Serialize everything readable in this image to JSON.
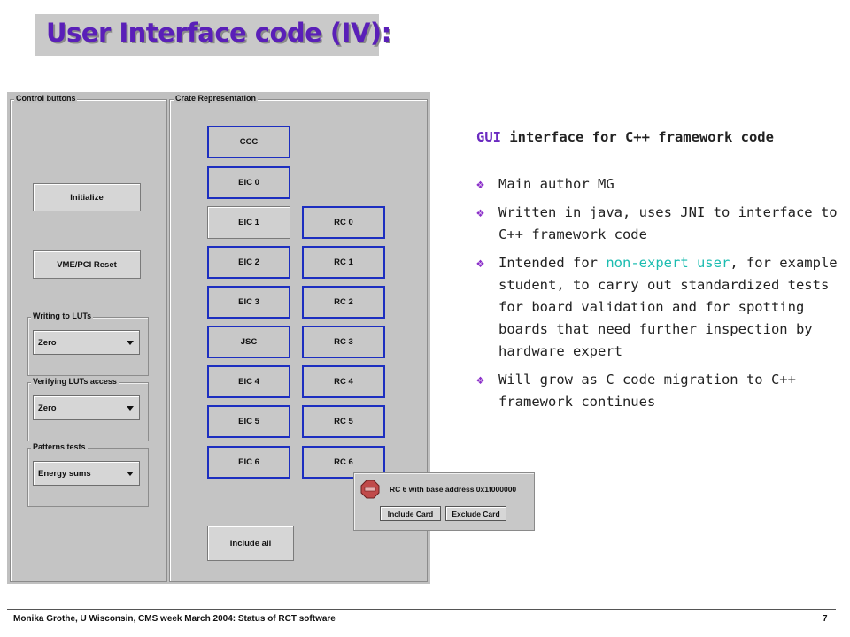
{
  "slide": {
    "title": "User Interface code (IV):",
    "footer": "Monika Grothe, U Wisconsin, CMS week March 2004:  Status of RCT software",
    "page_number": "7"
  },
  "gui": {
    "control_panel": {
      "legend": "Control buttons",
      "initialize_label": "Initialize",
      "reset_label": "VME/PCI Reset",
      "groups": [
        {
          "legend": "Writing to LUTs",
          "value": "Zero"
        },
        {
          "legend": "Verifying LUTs access",
          "value": "Zero"
        },
        {
          "legend": "Patterns tests",
          "value": "Energy sums"
        }
      ]
    },
    "crate_panel": {
      "legend": "Crate Representation",
      "left_column": [
        "CCC",
        "EIC 0",
        "EIC 1",
        "EIC 2",
        "EIC 3",
        "JSC",
        "EIC 4",
        "EIC 5",
        "EIC 6"
      ],
      "right_column": [
        "RC 0",
        "RC 1",
        "RC 2",
        "RC 3",
        "RC 4",
        "RC 5",
        "RC 6"
      ],
      "include_all_label": "Include all"
    },
    "dialog": {
      "message": "RC 6 with base address 0x1f000000",
      "include_label": "Include Card",
      "exclude_label": "Exclude Card",
      "icon": "stop-icon"
    }
  },
  "text": {
    "heading_gui": "GUI",
    "heading_rest": " interface for C++ framework code",
    "bullet_icon": "diamond-bullet-icon",
    "bullets": {
      "b1": "Main author MG",
      "b2": "Written in java, uses JNI to interface to C++ framework code",
      "b3_pre": "Intended for ",
      "b3_hl": "non-expert user",
      "b3_post": ", for example student, to carry out standardized tests for board validation and for spotting boards that need further inspection by hardware expert",
      "b4": "Will grow as C code migration to C++ framework continues"
    }
  },
  "colors": {
    "title": "#5a1fb8",
    "card_border": "#1c2ec0",
    "highlight": "#1bbcb0",
    "bullet": "#8b2fc9"
  }
}
